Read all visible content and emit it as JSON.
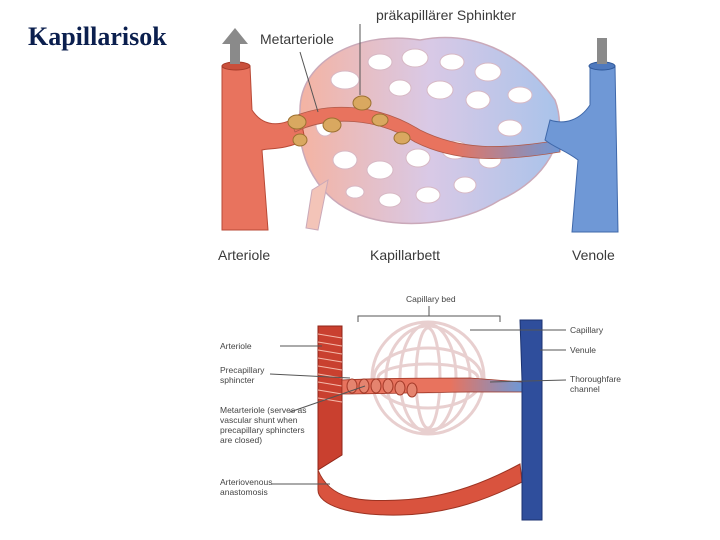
{
  "slide": {
    "title": "Kapillarisok"
  },
  "figure_top": {
    "labels": {
      "sphincter": "präkapillärer Sphinkter",
      "metarteriole": "Metarteriole",
      "arteriole": "Arteriole",
      "capillary_bed": "Kapillarbett",
      "venule": "Venole"
    }
  },
  "figure_bottom": {
    "labels": {
      "capillary_bed": "Capillary bed",
      "arteriole": "Arteriole",
      "precapillary_line1": "Precapillary",
      "precapillary_line2": "sphincter",
      "metarteriole_line1": "Metarteriole (serves as",
      "metarteriole_line2": "vascular shunt when",
      "metarteriole_line3": "precapillary sphincters",
      "metarteriole_line4": "are closed)",
      "arteriovenous_line1": "Arteriovenous",
      "arteriovenous_line2": "anastomosis",
      "capillary": "Capillary",
      "venule": "Venule",
      "thoroughfare_line1": "Thoroughfare",
      "thoroughfare_line2": "channel"
    }
  },
  "colors": {
    "artery": "#e8735e",
    "artery_dark": "#c9503c",
    "vein": "#6f98d6",
    "vein_dark": "#4f79bd",
    "capillary_pink": "#f3c4b8",
    "sphincter": "#d9a860",
    "title": "#0b1f4e"
  }
}
